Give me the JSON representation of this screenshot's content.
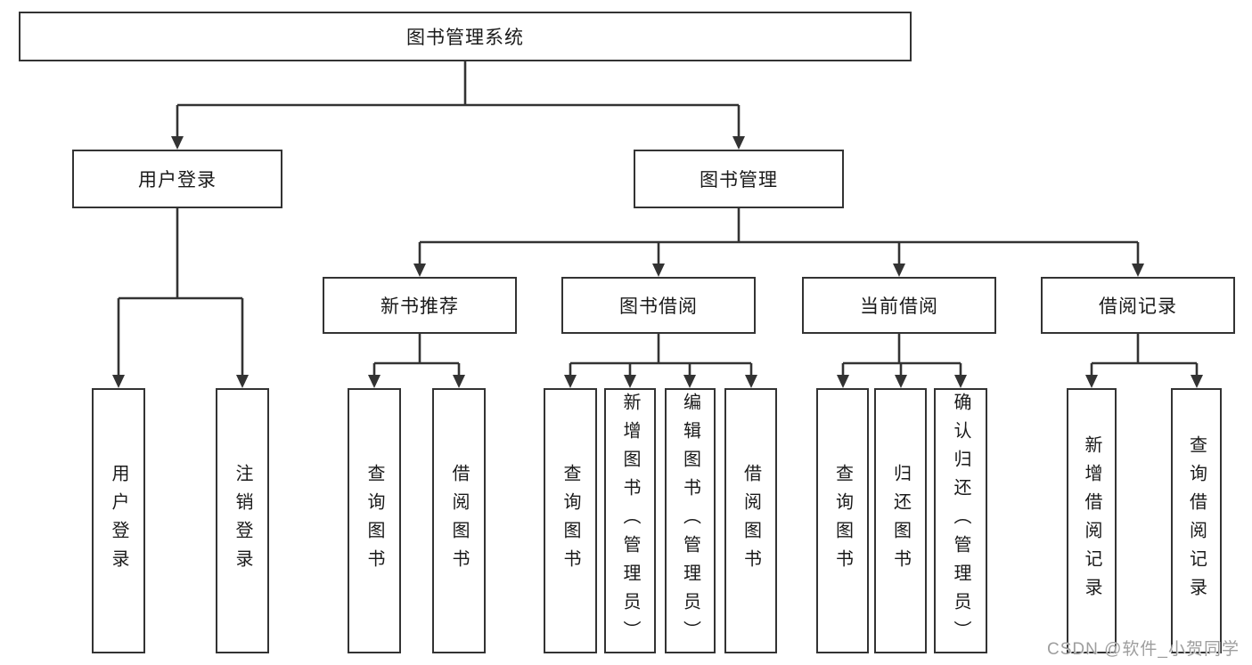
{
  "diagram": {
    "watermark": "CSDN @软件_小贺同学",
    "colors": {
      "line": "#333333",
      "box_fill": "#ffffff",
      "text": "#1a1a1a",
      "watermark": "#9e9e9e"
    },
    "tree": {
      "root": {
        "label": "图书管理系统",
        "children": [
          {
            "label": "用户登录",
            "children": [
              {
                "label": "用户登录"
              },
              {
                "label": "注销登录"
              }
            ]
          },
          {
            "label": "图书管理",
            "children": [
              {
                "label": "新书推荐",
                "children": [
                  {
                    "label": "查询图书"
                  },
                  {
                    "label": "借阅图书"
                  }
                ]
              },
              {
                "label": "图书借阅",
                "children": [
                  {
                    "label": "查询图书"
                  },
                  {
                    "label": "新增图书（管理员）"
                  },
                  {
                    "label": "编辑图书（管理员）"
                  },
                  {
                    "label": "借阅图书"
                  }
                ]
              },
              {
                "label": "当前借阅",
                "children": [
                  {
                    "label": "查询图书"
                  },
                  {
                    "label": "归还图书"
                  },
                  {
                    "label": "确认归还（管理员）"
                  }
                ]
              },
              {
                "label": "借阅记录",
                "children": [
                  {
                    "label": "新增借阅记录"
                  },
                  {
                    "label": "查询借阅记录"
                  }
                ]
              }
            ]
          }
        ]
      }
    }
  }
}
